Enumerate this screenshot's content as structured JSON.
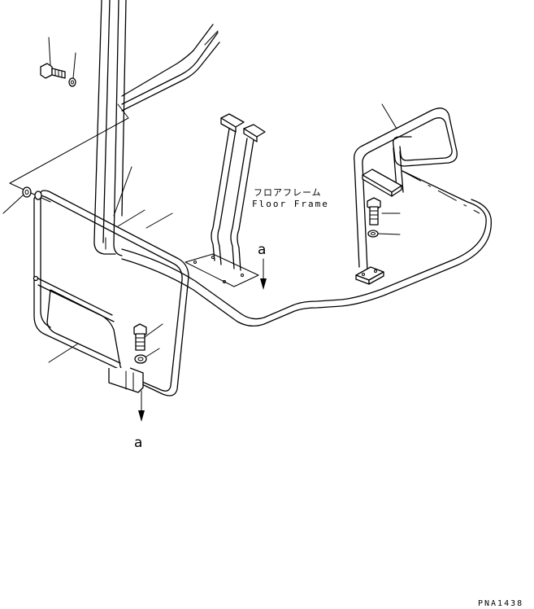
{
  "labels": {
    "floor_frame_jp": "フロアフレーム",
    "floor_frame_en": "Floor Frame",
    "view_marker_upper": "a",
    "view_marker_lower": "a",
    "drawing_code": "PNA1438"
  }
}
